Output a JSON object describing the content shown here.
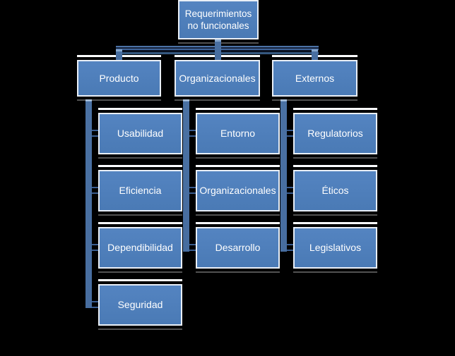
{
  "diagram": {
    "title": "Requerimientos no funcionales",
    "root": {
      "label": "Requerimientos no funcionales",
      "line1": "Requerimientos",
      "line2": "no funcionales"
    },
    "branches": [
      {
        "label": "Producto",
        "children": [
          "Usabilidad",
          "Eficiencia",
          "Dependibilidad",
          "Seguridad"
        ]
      },
      {
        "label": "Organizacionales",
        "children": [
          "Entorno",
          "Organizacionales",
          "Desarrollo"
        ]
      },
      {
        "label": "Externos",
        "children": [
          "Regulatorios",
          "Éticos",
          "Legislativos"
        ]
      }
    ],
    "colors": {
      "background": "#000000",
      "box_fill": "#4d7fbc",
      "box_border": "#e9eff7",
      "box_top_dash": "#fbfcfe",
      "connector_fill": "#4a71a3",
      "connector_outline": "#3a5d90",
      "connector_highlight": "#86a7cd",
      "text": "#ffffff"
    }
  }
}
